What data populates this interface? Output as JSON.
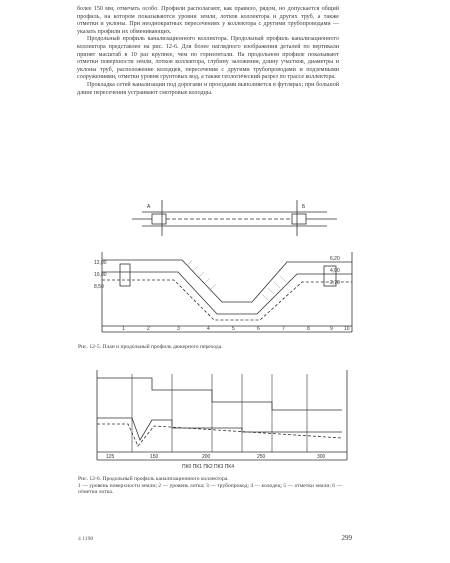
{
  "top_text": {
    "paragraph1": "более 150 мм, отмечать особо. Профили располагают, как правило, рядом, но допускается общий профиль, на котором показываются уровни земли, лотков коллектора и других труб, а также отметки и уклоны. При неоднократных пересечениях у коллектора с другими трубопроводами — указать профили их обменивающих.",
    "paragraph2": "Продольный профиль канализационного коллектора. Продольный профиль канализационного коллектора представлен на рис. 12-6. Для более наглядного изображения деталей по вертикали принят масштаб в 10 раз крупнее, чем по горизонтали. На продольном профиле показывают отметки поверхности земли, лотков коллектора, глубину заложения, длину участков, диаметры и уклоны труб, расположение колодцев, пересечения с другими трубопроводами и подземными сооружениями, отметки уровня грунтовых вод, а также геологический разрез по трассе коллектора.",
    "paragraph3": "Прокладка сетей канализации под дорогами и проездами выполняется в футлярах; при большой длине пересечения устраивают смотровые колодцы."
  },
  "figure1": {
    "caption": "Рис. 12-5. План и продольный профиль дюкерного перехода.",
    "labels": [
      "А",
      "Б",
      "1",
      "2",
      "3",
      "4",
      "5",
      "6",
      "7",
      "8",
      "9",
      "10"
    ],
    "elevations": [
      "12,00",
      "10,80",
      "8,50",
      "6,20",
      "4,00",
      "2,70"
    ]
  },
  "figure2": {
    "caption_title": "Рис. 12-6. Продольный профиль канализационного коллектора.",
    "caption_detail": "1 — уровень поверхности земли; 2 — уровень лотка; 3 — трубопровод; 4 — колодец; 5 — отметки земли; 6 — отметки лотка.",
    "xlabel": "ПК0   ПК1   ПК2   ПК3   ПК4",
    "row_labels": [
      "125",
      "150",
      "200",
      "250",
      "300"
    ]
  },
  "footer": {
    "left": "4    1190",
    "right": "299"
  }
}
